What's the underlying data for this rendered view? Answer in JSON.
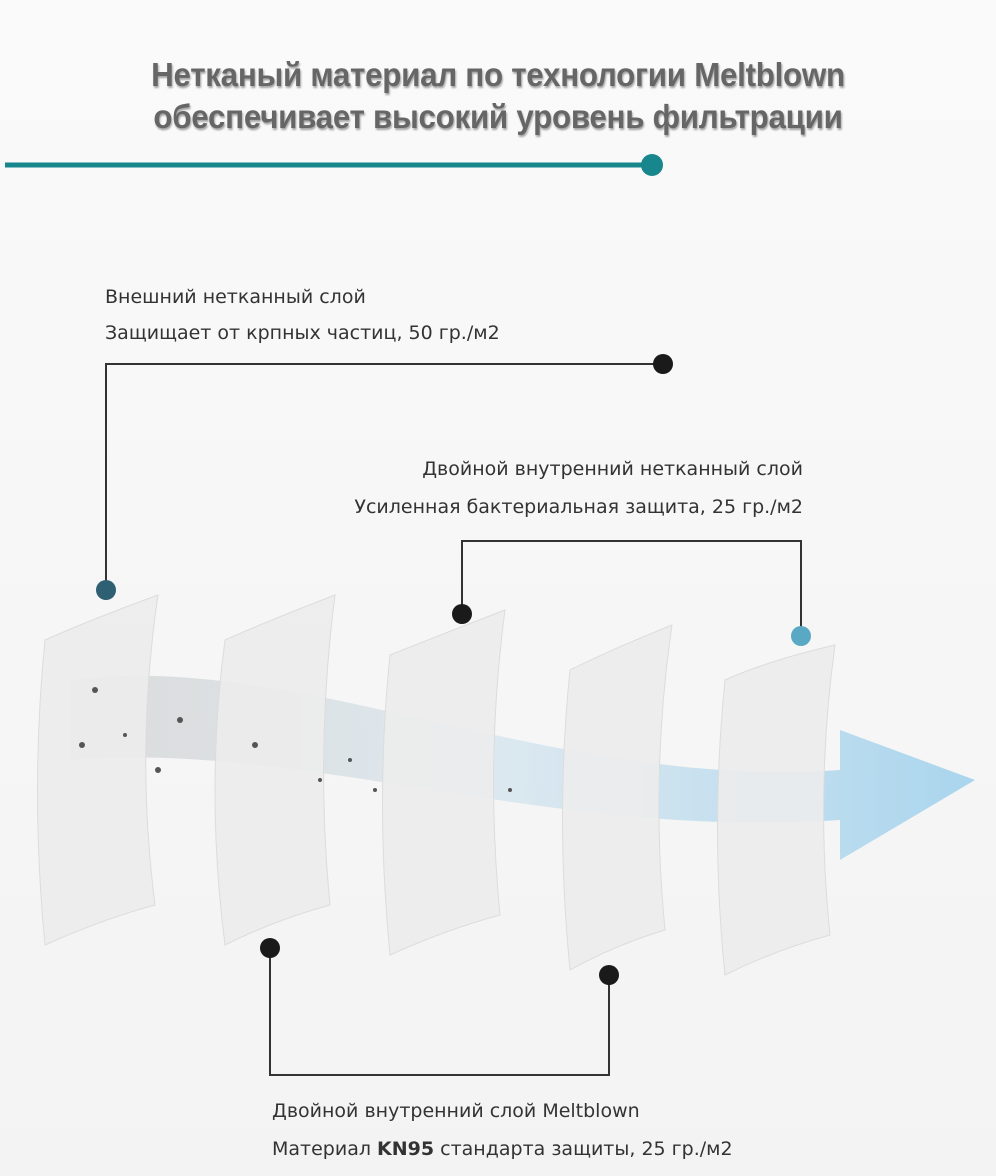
{
  "title": {
    "line1": "Нетканый материал по технологии Meltblown",
    "line2": "обеспечивает высокий уровень фильтрации"
  },
  "colors": {
    "accent": "#17868d",
    "dot_dark": "#1a1a1a",
    "dot_outer": "#2f5f72",
    "dot_inner": "#5aa9c4",
    "arrow": "#b9dcef"
  },
  "layers": {
    "outer": {
      "name": "Внешний нетканный слой",
      "desc": "Защищает от крпных частиц, 50 гр./м2"
    },
    "inner": {
      "name": "Двойной внутренний нетканный слой",
      "desc": "Усиленная бактериальная защита, 25 гр./м2"
    },
    "meltblown": {
      "name": "Двойной внутренний слой Meltblown",
      "desc_prefix": "Материал ",
      "desc_bold": "KN95",
      "desc_suffix": " стандарта защиты, 25 гр./м2"
    }
  }
}
